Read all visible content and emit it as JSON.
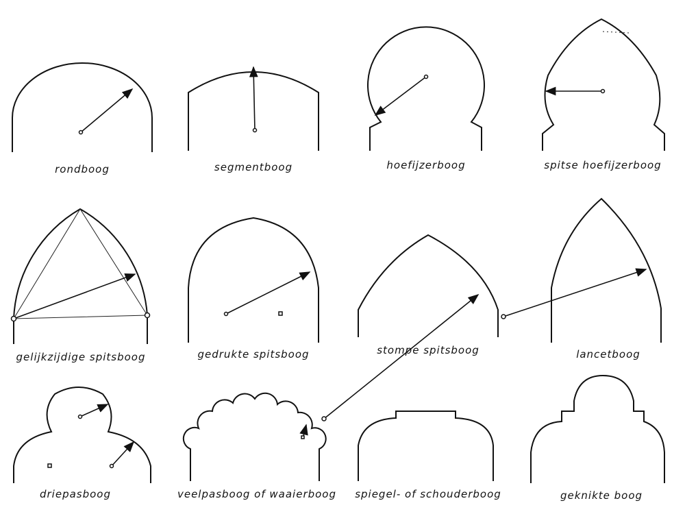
{
  "arches": [
    {
      "id": "rondboog",
      "label": "rondboog"
    },
    {
      "id": "segmentboog",
      "label": "segmentboog"
    },
    {
      "id": "hoefijzerboog",
      "label": "hoefijzerboog"
    },
    {
      "id": "spitse-hoefijzerboog",
      "label": "spitse hoefijzerboog"
    },
    {
      "id": "gelijkzijdige-spitsboog",
      "label": "gelijkzijdige spitsboog"
    },
    {
      "id": "gedrukte-spitsboog",
      "label": "gedrukte spitsboog"
    },
    {
      "id": "stompe-spitsboog",
      "label": "stompe spitsboog"
    },
    {
      "id": "lancetboog",
      "label": "lancetboog"
    },
    {
      "id": "driepasboog",
      "label": "driepasboog"
    },
    {
      "id": "veelpasboog",
      "label": "veelpasboog of waaierboog"
    },
    {
      "id": "spiegelboog",
      "label": "spiegel- of schouderboog"
    },
    {
      "id": "geknikte-boog",
      "label": "geknikte boog"
    }
  ]
}
